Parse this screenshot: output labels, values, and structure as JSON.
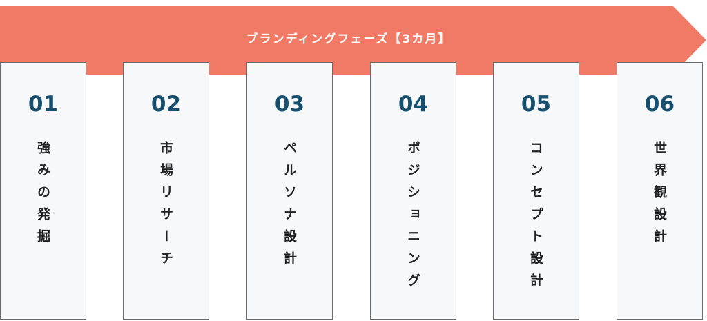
{
  "banner": {
    "title": "ブランディングフェーズ【3カ月】",
    "color": "#F07A65"
  },
  "steps": [
    {
      "number": "01",
      "label": "強みの発掘"
    },
    {
      "number": "02",
      "label": "市場リサーチ"
    },
    {
      "number": "03",
      "label": "ペルソナ設計"
    },
    {
      "number": "04",
      "label": "ポジショニング"
    },
    {
      "number": "05",
      "label": "コンセプト設計"
    },
    {
      "number": "06",
      "label": "世界観設計"
    }
  ]
}
